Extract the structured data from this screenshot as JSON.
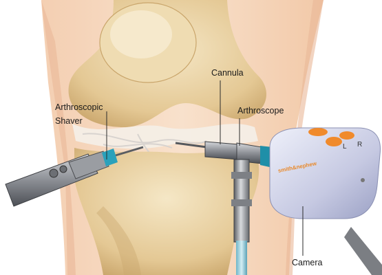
{
  "labels": {
    "shaver_line1": "Arthroscopic",
    "shaver_line2": "Shaver",
    "cannula": "Cannula",
    "arthroscope": "Arthroscope",
    "camera": "Camera"
  },
  "camera_head": {
    "brand": "smith&nephew",
    "button_left": "L",
    "button_right": "R"
  },
  "colors": {
    "skin": "#f6d9c0",
    "bone": "#e8d2a4",
    "cartilage": "#f3ece4",
    "metal": "#8d8f93",
    "camera_body": "#c9cbe3",
    "button_orange": "#f08a2c",
    "teal_collar": "#1f8fa8"
  }
}
